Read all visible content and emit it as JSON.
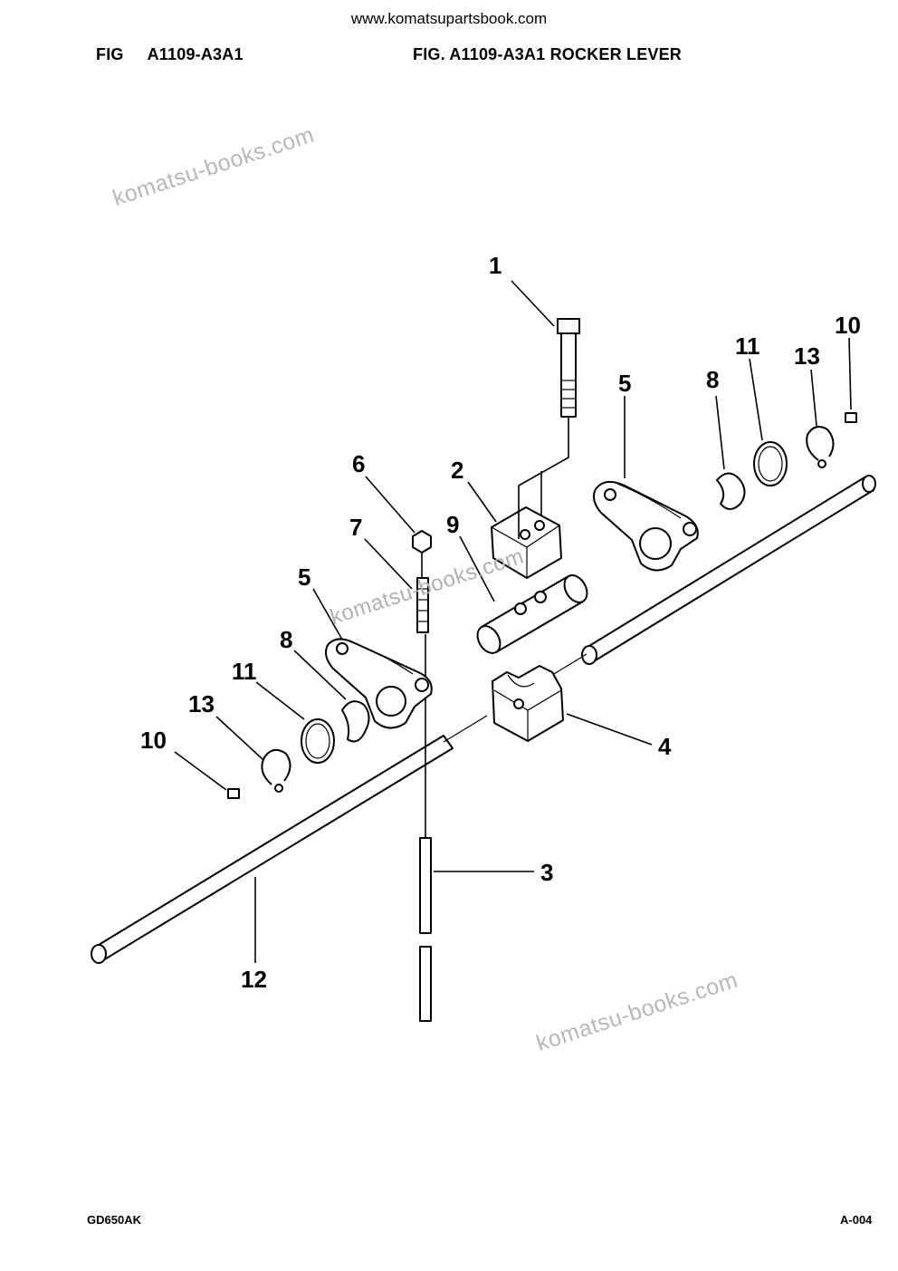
{
  "site_url": "www.komatsupartsbook.com",
  "header": {
    "fig_word": "FIG",
    "fig_code": "A1109-A3A1",
    "title": "FIG. A1109-A3A1 ROCKER LEVER"
  },
  "watermarks": [
    "komatsu-books.com",
    "komatsu-books.com",
    "komatsu-books.com"
  ],
  "callouts": [
    "1",
    "2",
    "3",
    "4",
    "5",
    "5",
    "6",
    "7",
    "8",
    "8",
    "9",
    "10",
    "10",
    "11",
    "11",
    "12",
    "13",
    "13"
  ],
  "footer": {
    "model": "GD650AK",
    "page": "A-004"
  }
}
